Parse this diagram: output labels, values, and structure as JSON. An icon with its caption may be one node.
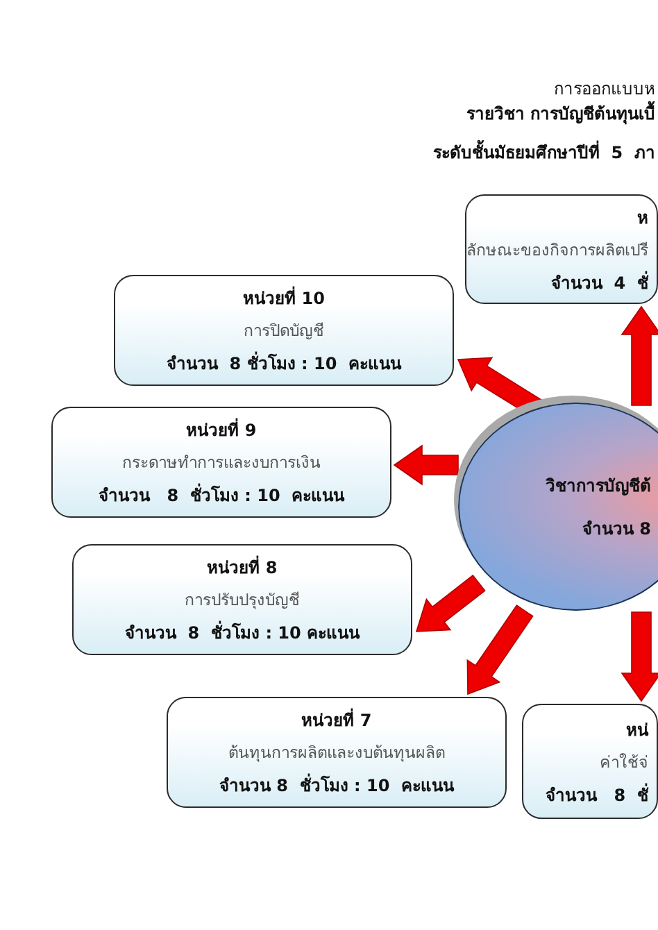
{
  "diagram": {
    "nodes": [
      {
        "text": [
          "ห",
          "ลักษณะของกิจการผลิตเปรี",
          "จำนวน  4  ชั่"
        ]
      },
      {
        "text": [
          "หน่วยที่ 10",
          "การปิดบัญชี",
          "จำนวน  8 ชั่วโมง : 10  คะแนน"
        ]
      },
      {
        "text": [
          "หน่วยที่ 9",
          "กระดาษทำการและงบการเงิน",
          "จำนวน   8  ชั่วโมง : 10  คะแนน"
        ]
      },
      {
        "text": [
          "วิชาการบัญชีต้",
          "จำนวน 8"
        ]
      },
      {
        "text": [
          "หน่วยที่ 8",
          "การปรับปรุงบัญชี",
          "จำนวน  8  ชั่วโมง : 10 คะแนน"
        ]
      },
      {
        "text": [
          "หน่วยที่ 7",
          "ต้นทุนการผลิตและงบต้นทุนผลิต",
          "จำนวน 8  ชั่วโมง : 10  คะแนน"
        ]
      },
      {
        "text": [
          "หน่",
          "ค่าใช้จ่",
          "จำนวน   8  ชั่"
        ]
      }
    ],
    "edges": [
      {
        "from": 3,
        "to": 0,
        "arrow": "to",
        "style": "thick"
      },
      {
        "from": 3,
        "to": 1,
        "arrow": "to",
        "style": "thick"
      },
      {
        "from": 3,
        "to": 2,
        "arrow": "to",
        "style": "thick"
      },
      {
        "from": 3,
        "to": 4,
        "arrow": "to",
        "style": "thick"
      },
      {
        "from": 3,
        "to": 5,
        "arrow": "to",
        "style": "thick"
      },
      {
        "from": 3,
        "to": 6,
        "arrow": "to",
        "style": "thick"
      }
    ],
    "labels": [
      "การออกแบบห",
      "รายวิชา การบัญชีต้นทุนเบื้",
      "ระดับชั้นมัธยมศึกษาปีที่  5  ภา"
    ]
  }
}
